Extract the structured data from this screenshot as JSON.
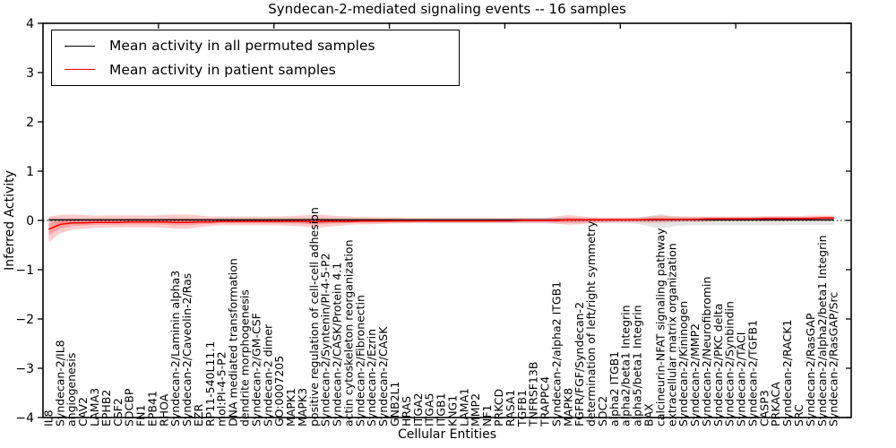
{
  "figure": {
    "title": "Syndecan-2-mediated signaling events -- 16 samples",
    "xlabel": "Cellular Entities",
    "ylabel": "Inferred Activity"
  },
  "legend": {
    "items": [
      {
        "label": "Mean activity in all permuted samples",
        "color": "#000000"
      },
      {
        "label": "Mean activity in patient samples",
        "color": "#ff0000"
      }
    ]
  },
  "chart_data": {
    "type": "line",
    "title": "Syndecan-2-mediated signaling events -- 16 samples",
    "xlabel": "Cellular Entities",
    "ylabel": "Inferred Activity",
    "ylim": [
      -4,
      4
    ],
    "yticks": [
      4,
      3,
      2,
      1,
      0,
      -1,
      -2,
      -3,
      -4
    ],
    "ytick_labels": [
      "4",
      "3",
      "2",
      "1",
      "0",
      "−1",
      "−2",
      "−3",
      "−4"
    ],
    "grid": false,
    "legend_position": "upper left",
    "zero_line": true,
    "categories": [
      "IL8",
      "Syndecan-2/IL8",
      "angiogenesis",
      "CAV2",
      "LAMA3",
      "EPHB2",
      "CSF2",
      "SDCBP",
      "FN1",
      "EPB41",
      "RHOA",
      "Syndecan-2/Laminin alpha3",
      "Syndecan-2/Caveolin-2/Ras",
      "EZR",
      "RP11-540L11.1",
      "mol:PI-4-5-P2",
      "DNA mediated transformation",
      "dendrite morphogenesis",
      "Syndecan-2/GM-CSF",
      "Syndecan-2 dimer",
      "GO:0007205",
      "MAPK1",
      "MAPK3",
      "positive regulation of cell-cell adhesion",
      "Syndecan-2/Syntenin/PI-4-5-P2",
      "Syndecan-2/CASK/Protein 4.1",
      "actin cytoskeleton reorganization",
      "Syndecan-2/Fibronectin",
      "Syndecan-2/Ezrin",
      "Syndecan-2/CASK",
      "GNB2L1",
      "HRAS",
      "ITGA2",
      "ITGA5",
      "ITGB1",
      "KNG1",
      "LAMA1",
      "MMP2",
      "NF1",
      "PRKCD",
      "RASA1",
      "TGFB1",
      "TNFRSF13B",
      "TRAPPC4",
      "Syndecan-2/alpha2 ITGB1",
      "MAPK8",
      "FGFR/FGF/Syndecan-2",
      "determination of left/right symmetry",
      "SDC2",
      "alpha2 ITGB1",
      "alpha2/beta1 Integrin",
      "alpha5/beta1 Integrin",
      "BAX",
      "calcineurin-NFAT signaling pathway",
      "extracellular matrix organization",
      "Syndecan-2/Kininogen",
      "Syndecan-2/MMP2",
      "Syndecan-2/Neurofibromin",
      "Syndecan-2/PKC delta",
      "Syndecan-2/Synbindin",
      "Syndecan-2/TACI",
      "Syndecan-2/TGFB1",
      "CASP3",
      "PRKACA",
      "Syndecan-2/RACK1",
      "SRC",
      "Syndecan-2/RasGAP",
      "Syndecan-2/alpha2/beta1 Integrin",
      "Syndecan-2/RasGAP/Src"
    ],
    "series": [
      {
        "name": "Mean activity in all permuted samples",
        "color": "#000000",
        "band_color": "#888888",
        "values": [
          0.01,
          0.01,
          0.01,
          0.01,
          0.01,
          0.01,
          0.01,
          0.01,
          0.01,
          0.01,
          0.01,
          0.01,
          0.01,
          0.01,
          0.01,
          0.01,
          0.01,
          0.01,
          0.01,
          0.01,
          0.01,
          0.01,
          0.01,
          0.01,
          0.01,
          0.01,
          0.01,
          0.01,
          0.01,
          0.01,
          0.01,
          0.01,
          0.01,
          0.01,
          0.01,
          0.01,
          0.01,
          0.01,
          0.01,
          0.01,
          0.01,
          0.01,
          0.01,
          0.01,
          0.01,
          0.01,
          0.01,
          0.01,
          0.01,
          0.01,
          0.01,
          0.01,
          0.01,
          0.01,
          0.01,
          0.01,
          0.01,
          0.01,
          0.01,
          0.01,
          0.01,
          0.01,
          0.01,
          0.01,
          0.01,
          0.01,
          0.01,
          0.01,
          0.01
        ],
        "band_upper": [
          0.06,
          0.06,
          0.05,
          0.05,
          0.05,
          0.05,
          0.05,
          0.05,
          0.05,
          0.05,
          0.05,
          0.05,
          0.05,
          0.05,
          0.05,
          0.05,
          0.05,
          0.05,
          0.05,
          0.05,
          0.05,
          0.05,
          0.05,
          0.05,
          0.05,
          0.05,
          0.05,
          0.05,
          0.05,
          0.05,
          0.05,
          0.05,
          0.05,
          0.05,
          0.05,
          0.05,
          0.05,
          0.05,
          0.05,
          0.05,
          0.05,
          0.05,
          0.05,
          0.05,
          0.05,
          0.05,
          0.05,
          0.05,
          0.05,
          0.05,
          0.05,
          0.06,
          0.09,
          0.13,
          0.09,
          0.07,
          0.07,
          0.07,
          0.07,
          0.07,
          0.07,
          0.07,
          0.07,
          0.07,
          0.07,
          0.07,
          0.07,
          0.07,
          0.07
        ],
        "band_lower": [
          -0.05,
          -0.05,
          -0.04,
          -0.04,
          -0.04,
          -0.04,
          -0.04,
          -0.04,
          -0.04,
          -0.04,
          -0.04,
          -0.04,
          -0.04,
          -0.04,
          -0.04,
          -0.04,
          -0.04,
          -0.04,
          -0.04,
          -0.04,
          -0.04,
          -0.04,
          -0.04,
          -0.05,
          -0.05,
          -0.05,
          -0.05,
          -0.05,
          -0.05,
          -0.05,
          -0.05,
          -0.05,
          -0.05,
          -0.06,
          -0.06,
          -0.06,
          -0.06,
          -0.06,
          -0.06,
          -0.06,
          -0.06,
          -0.06,
          -0.06,
          -0.06,
          -0.06,
          -0.06,
          -0.06,
          -0.05,
          -0.05,
          -0.05,
          -0.05,
          -0.07,
          -0.12,
          -0.17,
          -0.12,
          -0.1,
          -0.1,
          -0.1,
          -0.1,
          -0.1,
          -0.1,
          -0.1,
          -0.1,
          -0.1,
          -0.09,
          -0.09,
          -0.09,
          -0.09,
          -0.09
        ]
      },
      {
        "name": "Mean activity in patient samples",
        "color": "#ff0000",
        "band_color": "#ff0000",
        "values": [
          -0.18,
          -0.08,
          -0.05,
          -0.05,
          -0.04,
          -0.04,
          -0.04,
          -0.03,
          -0.03,
          -0.03,
          -0.03,
          -0.04,
          -0.04,
          -0.03,
          -0.03,
          -0.02,
          -0.02,
          -0.02,
          -0.02,
          -0.02,
          -0.02,
          -0.02,
          -0.02,
          -0.03,
          -0.02,
          -0.02,
          -0.02,
          -0.01,
          -0.01,
          -0.01,
          -0.01,
          -0.01,
          -0.01,
          -0.01,
          -0.01,
          -0.01,
          -0.01,
          -0.01,
          -0.01,
          -0.01,
          -0.01,
          0.0,
          0.0,
          0.0,
          0.0,
          0.01,
          0.01,
          0.01,
          0.01,
          0.01,
          0.01,
          0.01,
          0.02,
          0.02,
          0.02,
          0.02,
          0.02,
          0.03,
          0.03,
          0.03,
          0.03,
          0.03,
          0.04,
          0.04,
          0.04,
          0.04,
          0.04,
          0.05,
          0.05
        ],
        "band_upper": [
          0.08,
          0.11,
          0.12,
          0.11,
          0.1,
          0.1,
          0.1,
          0.1,
          0.1,
          0.1,
          0.11,
          0.12,
          0.12,
          0.1,
          0.08,
          0.08,
          0.08,
          0.08,
          0.08,
          0.08,
          0.08,
          0.09,
          0.1,
          0.12,
          0.11,
          0.09,
          0.08,
          0.07,
          0.07,
          0.06,
          0.06,
          0.05,
          0.05,
          0.05,
          0.05,
          0.05,
          0.05,
          0.05,
          0.05,
          0.05,
          0.05,
          0.05,
          0.05,
          0.05,
          0.08,
          0.11,
          0.09,
          0.07,
          0.06,
          0.06,
          0.06,
          0.06,
          0.08,
          0.1,
          0.08,
          0.08,
          0.08,
          0.08,
          0.08,
          0.08,
          0.08,
          0.08,
          0.09,
          0.09,
          0.09,
          0.09,
          0.1,
          0.1,
          0.1
        ],
        "band_lower": [
          -0.44,
          -0.26,
          -0.19,
          -0.17,
          -0.15,
          -0.14,
          -0.14,
          -0.14,
          -0.14,
          -0.14,
          -0.15,
          -0.17,
          -0.17,
          -0.14,
          -0.11,
          -0.1,
          -0.1,
          -0.1,
          -0.1,
          -0.1,
          -0.1,
          -0.11,
          -0.12,
          -0.15,
          -0.13,
          -0.11,
          -0.09,
          -0.08,
          -0.08,
          -0.07,
          -0.06,
          -0.06,
          -0.05,
          -0.05,
          -0.05,
          -0.05,
          -0.05,
          -0.05,
          -0.05,
          -0.05,
          -0.05,
          -0.05,
          -0.05,
          -0.05,
          -0.07,
          -0.09,
          -0.08,
          -0.06,
          -0.05,
          -0.04,
          -0.04,
          -0.04,
          -0.05,
          -0.05,
          -0.04,
          -0.03,
          -0.03,
          -0.03,
          -0.02,
          -0.02,
          -0.02,
          -0.02,
          -0.02,
          -0.02,
          -0.02,
          -0.01,
          -0.01,
          -0.01,
          -0.01
        ]
      }
    ]
  }
}
